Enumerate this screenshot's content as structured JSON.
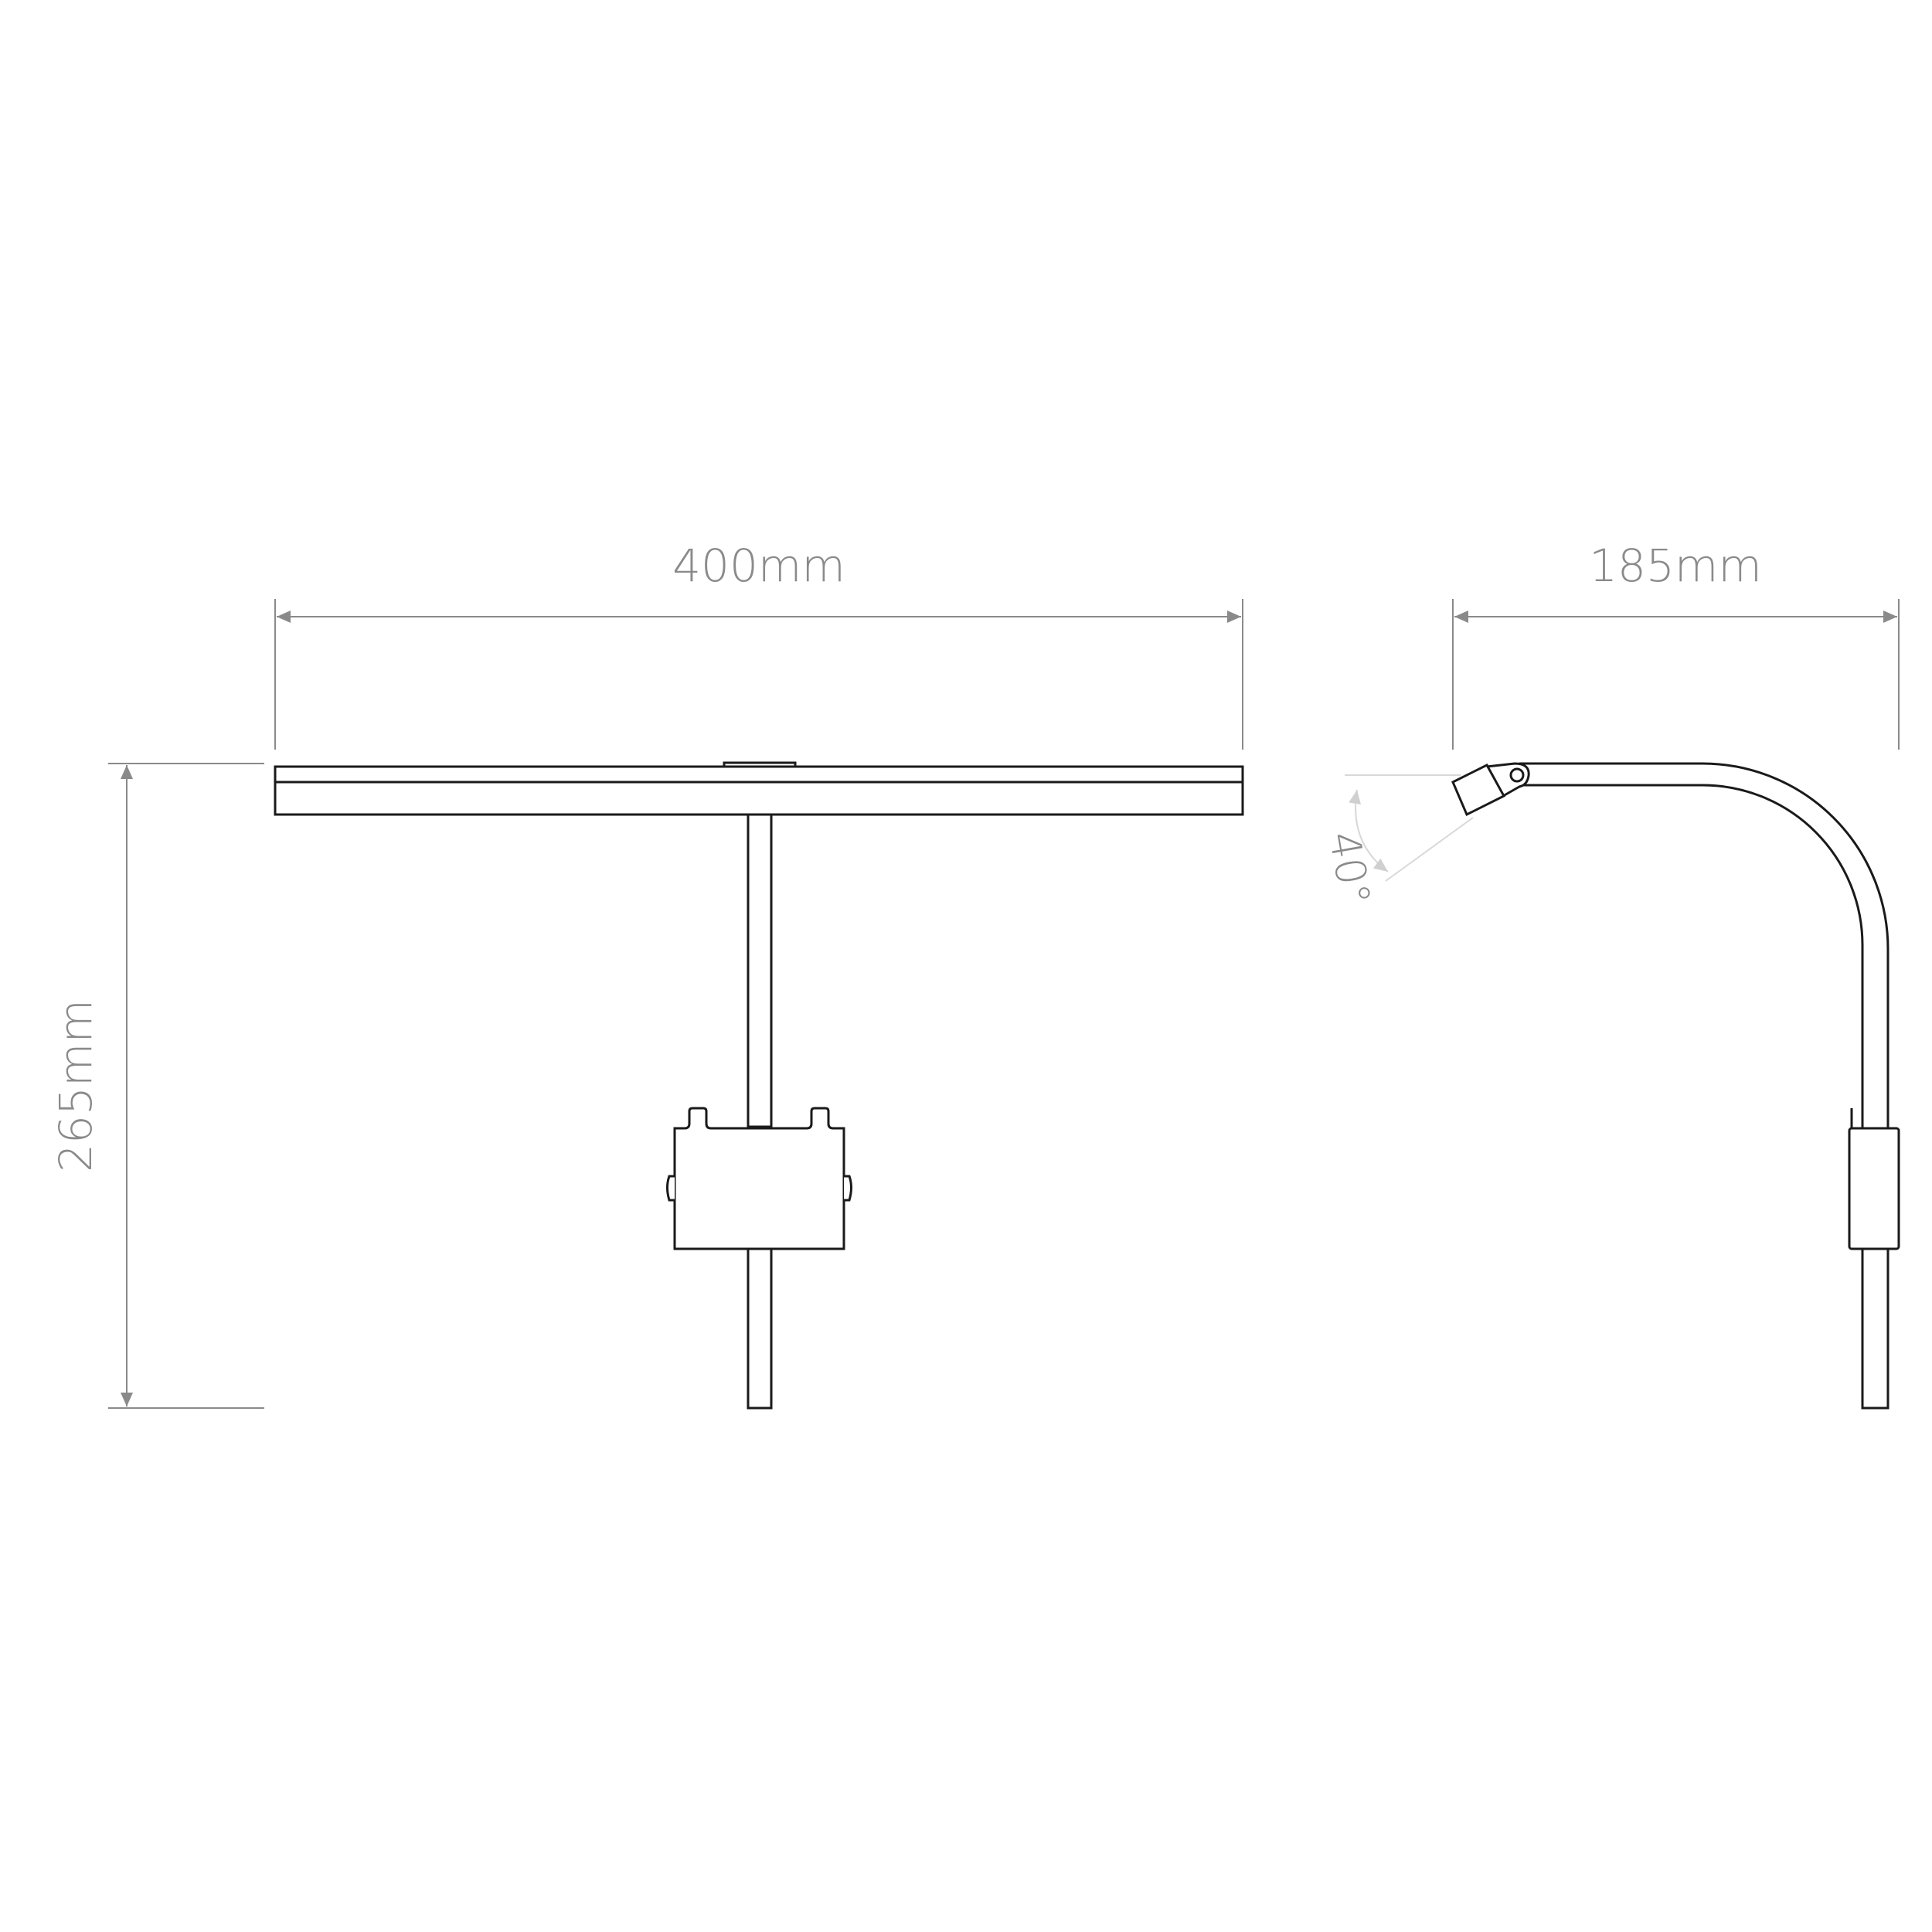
{
  "dimensions": {
    "width": "400mm",
    "depth": "185mm",
    "height": "265mm",
    "tilt_angle": "40°"
  },
  "colors": {
    "outline": "#1a1a1a",
    "dimension": "#8a8a8a",
    "angle_guide": "#d8d8d8",
    "background": "#ffffff"
  }
}
